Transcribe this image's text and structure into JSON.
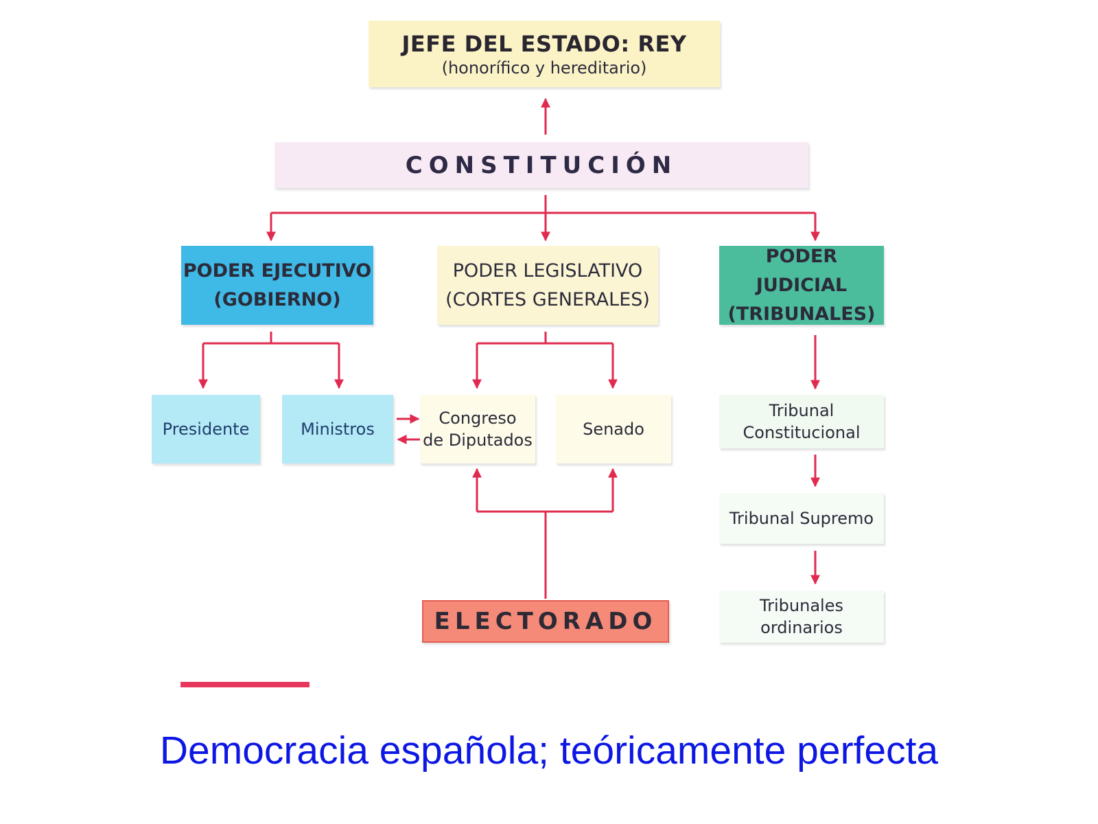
{
  "diagram": {
    "rey": {
      "title": "JEFE DEL ESTADO: REY",
      "subtitle": "(honorífico y hereditario)"
    },
    "constitucion": "CONSTITUCIÓN",
    "ejecutivo": {
      "line1": "PODER EJECUTIVO",
      "line2": "(GOBIERNO)"
    },
    "legislativo": {
      "line1": "PODER LEGISLATIVO",
      "line2": "(CORTES GENERALES)"
    },
    "judicial": {
      "line1": "PODER JUDICIAL",
      "line2": "(TRIBUNALES)"
    },
    "presidente": "Presidente",
    "ministros": "Ministros",
    "congreso": {
      "line1": "Congreso",
      "line2": "de Diputados"
    },
    "senado": "Senado",
    "tribunal_constitucional": {
      "line1": "Tribunal",
      "line2": "Constitucional"
    },
    "tribunal_supremo": "Tribunal Supremo",
    "tribunales_ordinarios": "Tribunales ordinarios",
    "electorado": "ELECTORADO",
    "colors": {
      "arrow": "#e02a4f",
      "accent_bar": "#e8375c",
      "caption": "#0d17e3"
    }
  },
  "caption": "Democracia española; teóricamente perfecta"
}
